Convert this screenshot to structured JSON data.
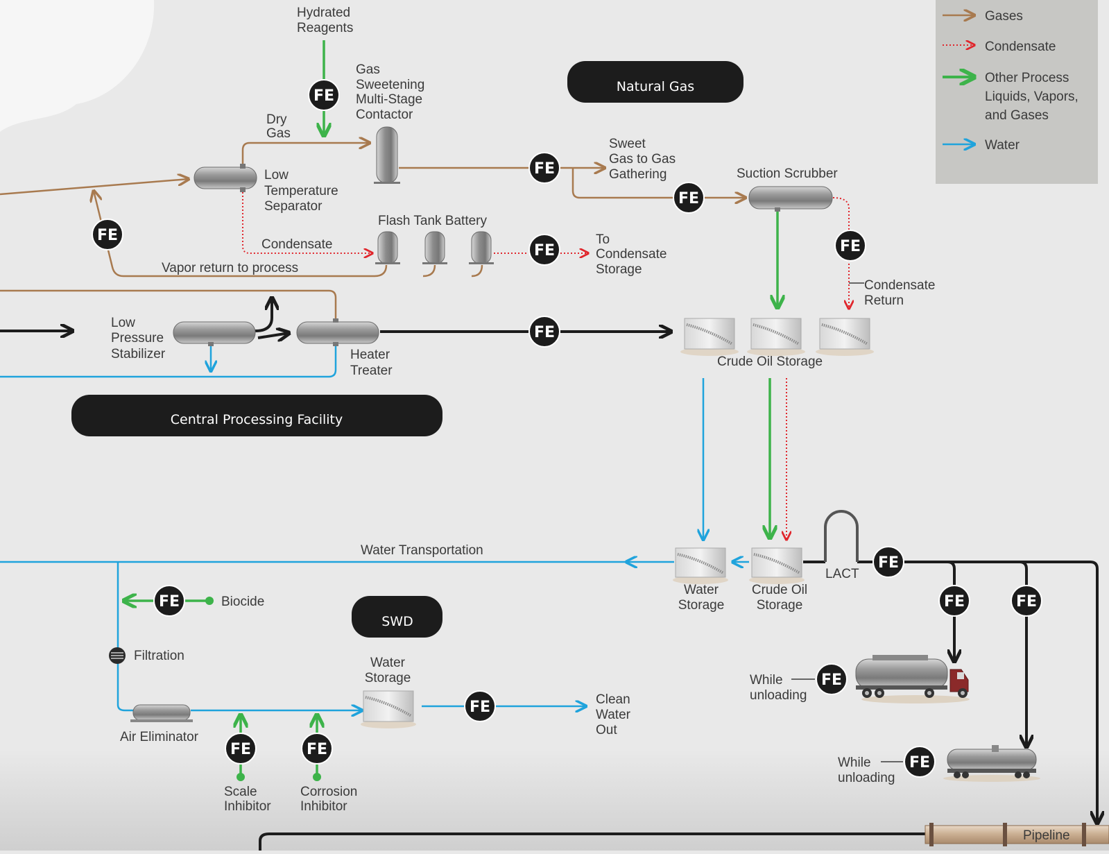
{
  "legend": {
    "gases": "Gases",
    "condensate": "Condensate",
    "other_l1": "Other Process",
    "other_l2": "Liquids, Vapors,",
    "other_l3": "and Gases",
    "water": "Water"
  },
  "colors": {
    "gas": "#a87a4f",
    "condensate": "#e0262c",
    "other": "#3db34a",
    "water": "#1fa3dc",
    "oil": "#1c1c1c"
  },
  "sections": {
    "natural_gas": "Natural Gas",
    "cpf": "Central Processing Facility",
    "swd": "SWD"
  },
  "fe_label": "FE",
  "labels": {
    "hydrated_1": "Hydrated",
    "hydrated_2": "Reagents",
    "sweet_1": "Gas",
    "sweet_2": "Sweetening",
    "sweet_3": "Multi-Stage",
    "sweet_4": "Contactor",
    "dry_1": "Dry",
    "dry_2": "Gas",
    "lts_1": "Low",
    "lts_2": "Temperature",
    "lts_3": "Separator",
    "sgg_1": "Sweet",
    "sgg_2": "Gas to Gas",
    "sgg_3": "Gathering",
    "suction": "Suction Scrubber",
    "flash": "Flash Tank Battery",
    "condensate": "Condensate",
    "vapor": "Vapor return to process",
    "tcs_1": "To",
    "tcs_2": "Condensate",
    "tcs_3": "Storage",
    "cret_1": "Condensate",
    "cret_2": "Return",
    "lps_1": "Low",
    "lps_2": "Pressure",
    "lps_3": "Stabilizer",
    "ht_1": "Heater",
    "ht_2": "Treater",
    "crude_storage": "Crude Oil Storage",
    "water_transport": "Water Transportation",
    "ws_1": "Water",
    "ws_2": "Storage",
    "cos_1": "Crude Oil",
    "cos_2": "Storage",
    "lact": "LACT",
    "biocide": "Biocide",
    "filtration": "Filtration",
    "air_elim": "Air Eliminator",
    "sws_1": "Water",
    "sws_2": "Storage",
    "cwo_1": "Clean",
    "cwo_2": "Water",
    "cwo_3": "Out",
    "scale_1": "Scale",
    "scale_2": "Inhibitor",
    "corr_1": "Corrosion",
    "corr_2": "Inhibitor",
    "wu_1": "While",
    "wu_2": "unloading",
    "pipeline": "Pipeline"
  }
}
